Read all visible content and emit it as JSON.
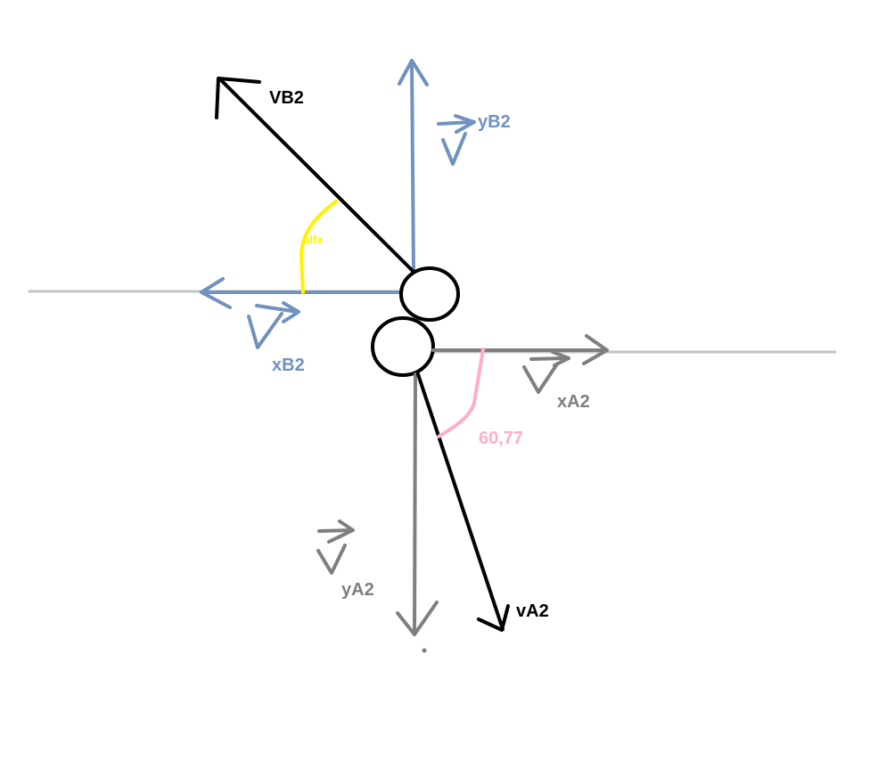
{
  "labels": {
    "vb2": "VB2",
    "yb2": "yB2",
    "alfa": "alfa",
    "xb2": "xB2",
    "xa2": "xA2",
    "angle": "60,77",
    "ya2": "yA2",
    "va2": "vA2"
  },
  "colors": {
    "blue": "#7092be",
    "gray": "#7f7f7f",
    "light_gray": "#c3c3c3",
    "black": "#000000",
    "yellow": "#fff200",
    "pink": "#ffaec9"
  }
}
